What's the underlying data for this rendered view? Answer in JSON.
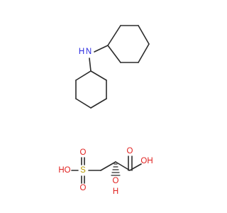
{
  "colors": {
    "carbon_bond": "#2b2b2b",
    "nitrogen": "#2a2ae0",
    "oxygen": "#e0201e",
    "sulfur": "#b89a00",
    "background": "#ffffff"
  },
  "amine": {
    "nitrogen_label": "N",
    "hydrogen_label": "H"
  },
  "acid": {
    "sulfonyl_oxygen_top": "O",
    "sulfonyl_oxygen_bottom": "O",
    "sulfur_label": "S",
    "sulfonic_hydroxyl": "HO",
    "alcohol_oxygen": "O",
    "alcohol_hydrogen": "H",
    "carbonyl_oxygen": "O",
    "acid_hydroxyl": "OH"
  }
}
